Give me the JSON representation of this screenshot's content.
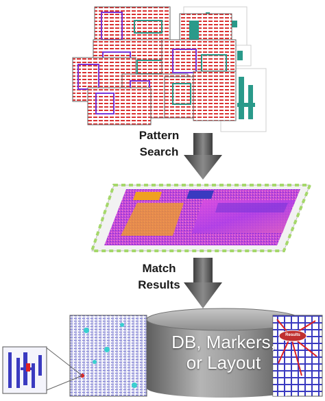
{
  "steps": {
    "search": {
      "line1": "Pattern",
      "line2": "Search"
    },
    "match": {
      "line1": "Match",
      "line2": "Results"
    }
  },
  "outputs": {
    "db_line1": "DB, Markers,",
    "db_line2": "or Layout",
    "bubble": "Results"
  },
  "colors": {
    "arrow": "#5a5a5a",
    "chip_magenta": "#d63ad6",
    "chip_purple": "#7a35d8",
    "chip_orange": "#f0a020",
    "pattern_red": "#d93030",
    "pattern_teal": "#2a9a8a",
    "layout_blue": "#3a3ac0",
    "marker_red": "#e02020",
    "cylinder_dark": "#555555",
    "cylinder_light": "#a8a8a8"
  }
}
